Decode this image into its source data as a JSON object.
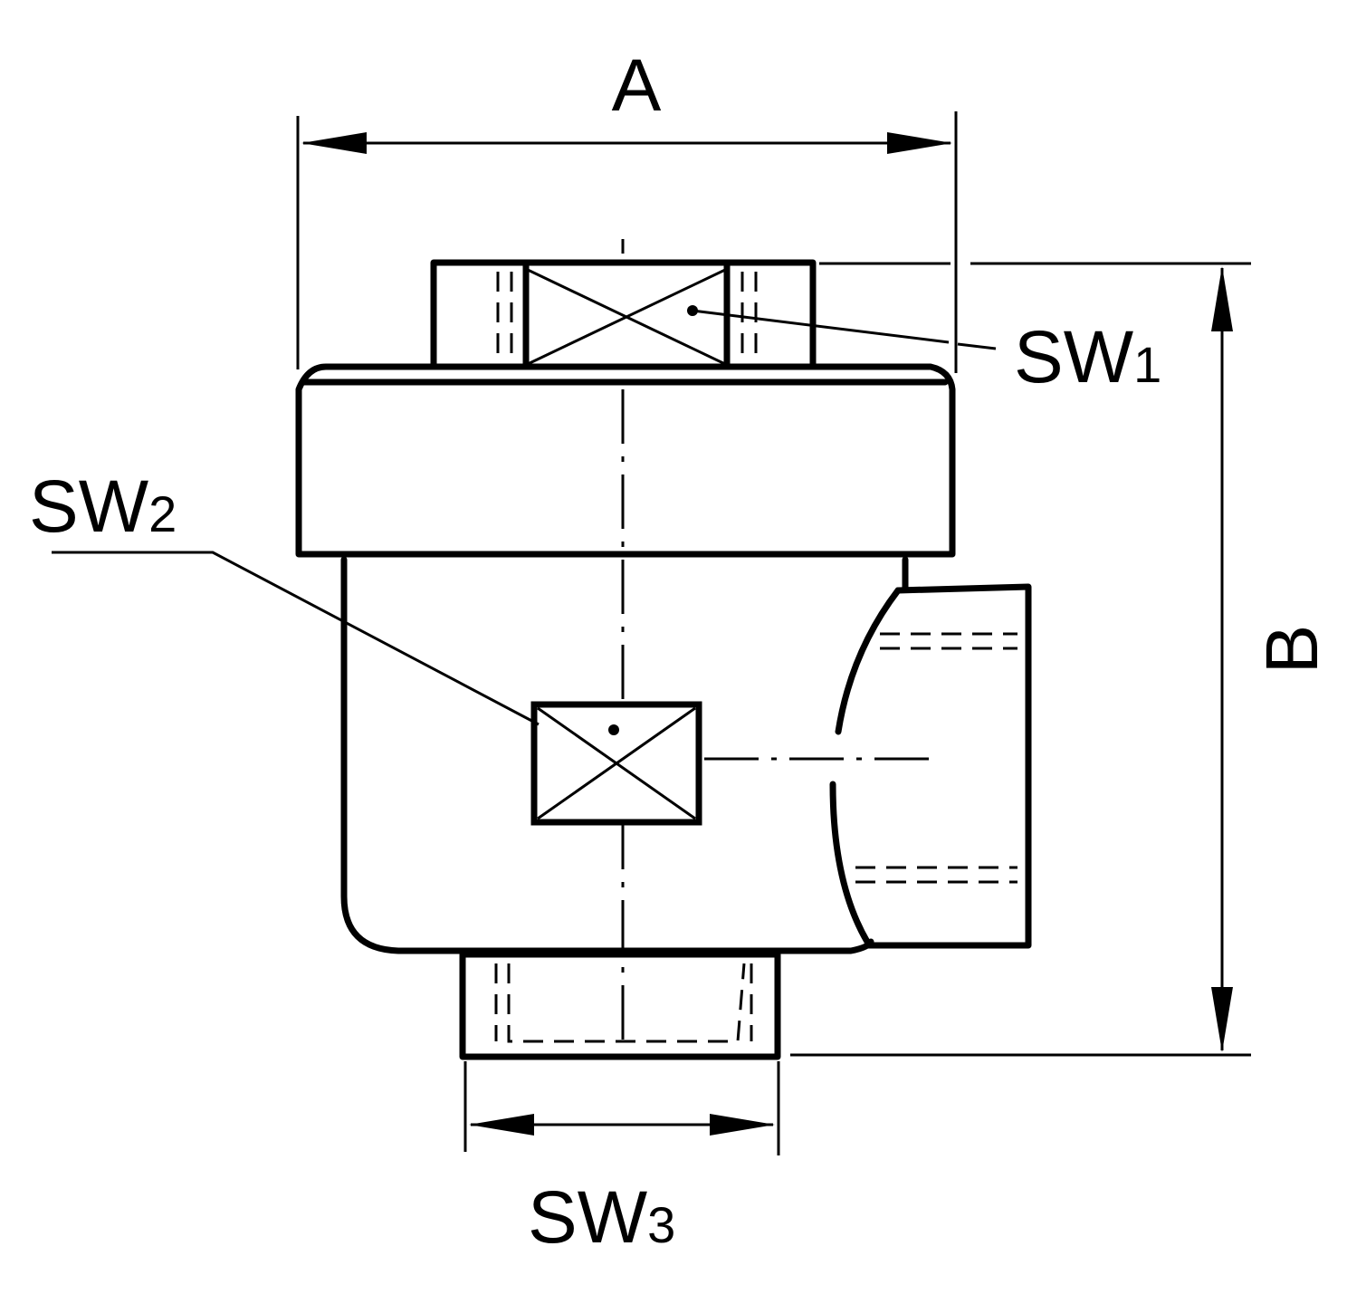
{
  "diagram": {
    "type": "technical-drawing",
    "dimensions": {
      "width_label": "A",
      "height_label": "B"
    },
    "wrench_sizes": {
      "sw1": {
        "text": "SW",
        "subscript": "1"
      },
      "sw2": {
        "text": "SW",
        "subscript": "2"
      },
      "sw3": {
        "text": "SW",
        "subscript": "3"
      }
    },
    "colors": {
      "line": "#000000",
      "background": "#ffffff"
    }
  }
}
